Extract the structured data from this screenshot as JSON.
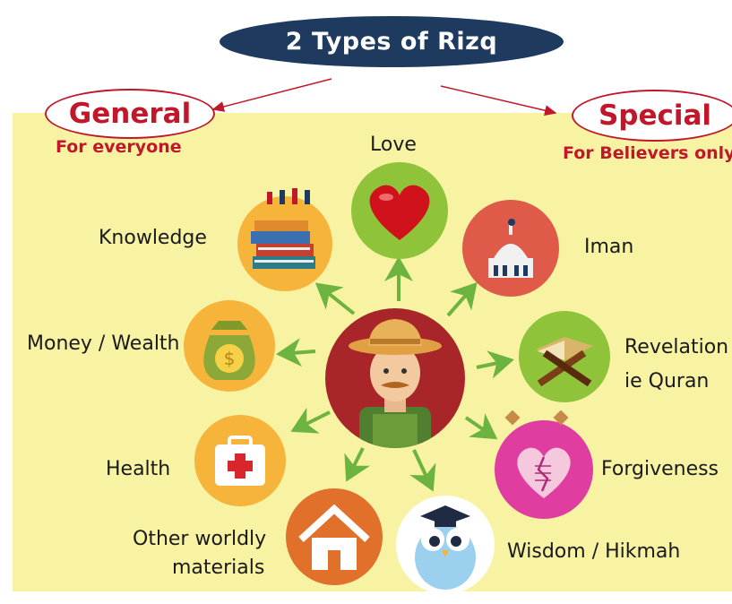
{
  "title": "2 Types of Rizq",
  "general": {
    "label": "General",
    "subtitle": "For everyone"
  },
  "special": {
    "label": "Special",
    "subtitle": "For Believers only"
  },
  "items": {
    "love": "Love",
    "knowledge": "Knowledge",
    "money": "Money / Wealth",
    "health": "Health",
    "other_line1": "Other worldly",
    "other_line2": "materials",
    "iman": "Iman",
    "revelation_line1": "Revelation",
    "revelation_line2": "ie Quran",
    "forgiveness": "Forgiveness",
    "wisdom": "Wisdom / Hikmah"
  },
  "icons": {
    "center": "farmer-icon",
    "love": "heart-icon",
    "knowledge": "books-icon",
    "money": "money-bag-icon",
    "health": "first-aid-kit-icon",
    "other": "house-icon",
    "iman": "mosque-icon",
    "revelation": "quran-stand-icon",
    "forgiveness": "broken-heart-stitched-icon",
    "wisdom": "graduate-owl-icon"
  },
  "colors": {
    "title_bg": "#1f3a5f",
    "accent_red": "#c0182a",
    "panel_bg": "#f7f3a3",
    "arrow_green": "#6db33f"
  }
}
